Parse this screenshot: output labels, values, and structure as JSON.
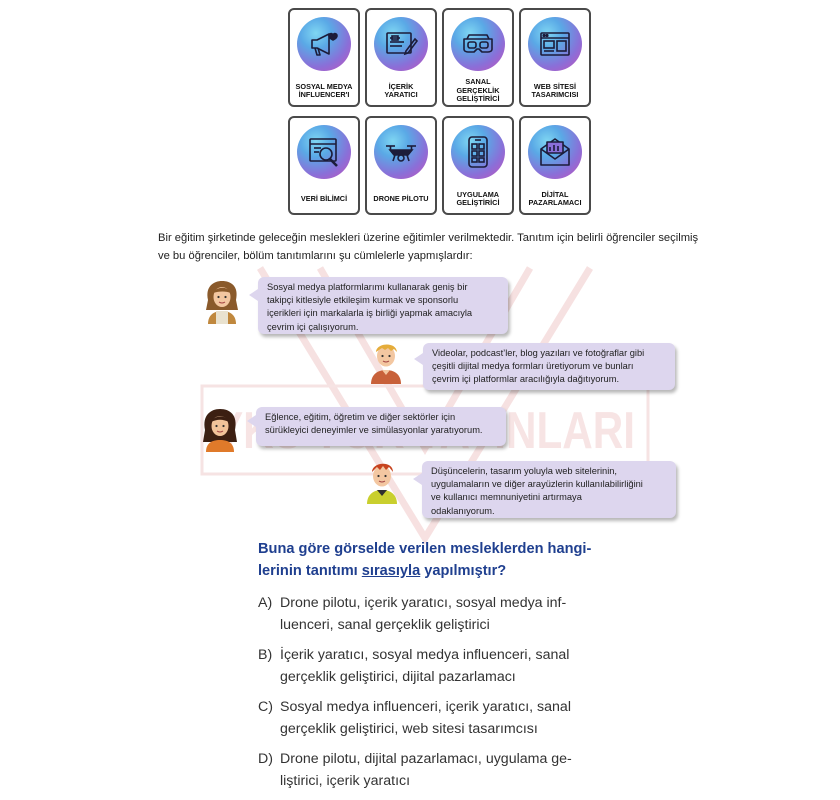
{
  "jobs": [
    {
      "icon": "megaphone-heart-icon",
      "label": "SOSYAL MEDYA\nİNFLUENCER'I"
    },
    {
      "icon": "writing-document-icon",
      "label": "İÇERİK\nYARATICI"
    },
    {
      "icon": "vr-headset-icon",
      "label": "SANAL GERÇEKLİK\nGELİŞTİRİCİ"
    },
    {
      "icon": "web-browser-icon",
      "label": "WEB SİTESİ\nTASARIMCISI"
    },
    {
      "icon": "data-magnifier-icon",
      "label": "VERİ BİLİMCİ"
    },
    {
      "icon": "drone-icon",
      "label": "DRONE PİLOTU"
    },
    {
      "icon": "mobile-app-icon",
      "label": "UYGULAMA\nGELİŞTİRİCİ"
    },
    {
      "icon": "email-marketing-icon",
      "label": "DİJİTAL\nPAZARLAMACI"
    }
  ],
  "intro": {
    "line1": "Bir eğitim şirketinde geleceğin meslekleri üzerine eğitimler verilmektedir. Tanıtım için belirli öğrenciler seçilmiş",
    "line2": "ve bu öğrenciler, bölüm tanıtımlarını şu cümlelerle yapmışlardır:"
  },
  "statements": [
    {
      "lines": [
        "Sosyal medya platformlarımı kullanarak geniş bir",
        "takipçi kitlesiyle etkileşim kurmak ve sponsorlu",
        "içerikleri için markalarla iş birliği yapmak amacıyla",
        "çevrim içi çalışıyorum."
      ]
    },
    {
      "lines": [
        "Videolar, podcast’ler, blog yazıları ve fotoğraflar gibi",
        "çeşitli dijital medya formları üretiyorum ve bunları",
        "çevrim içi platformlar aracılığıyla dağıtıyorum."
      ]
    },
    {
      "lines": [
        "Eğlence, eğitim, öğretim ve diğer sektörler için",
        "sürükleyici deneyimler ve simülasyonlar yaratıyorum."
      ]
    },
    {
      "lines": [
        "Düşüncelerin, tasarım yoluyla web sitelerinin,",
        "uygulamaların ve diğer arayüzlerin kullanılabilirliğini",
        "ve kullanıcı memnuniyetini artırmaya",
        "odaklanıyorum."
      ]
    }
  ],
  "watermark": "YKS YOK YAYINLARI",
  "question": {
    "line1": "Buna göre görselde verilen mesleklerden hangi-",
    "line2_start": "lerinin tanıtımı ",
    "line2_underlined": "sırasıyla",
    "line2_end": " yapılmıştır?"
  },
  "options": [
    {
      "letter": "A)",
      "line1": "Drone pilotu, içerik yaratıcı, sosyal medya inf-",
      "line2": "luenceri, sanal gerçeklik geliştirici"
    },
    {
      "letter": "B)",
      "line1": "İçerik yaratıcı, sosyal medya influenceri, sanal",
      "line2": "gerçeklik geliştirici, dijital pazarlamacı"
    },
    {
      "letter": "C)",
      "line1": "Sosyal medya influenceri, içerik yaratıcı, sanal",
      "line2": "gerçeklik geliştirici, web sitesi tasarımcısı"
    },
    {
      "letter": "D)",
      "line1": "Drone pilotu, dijital pazarlamacı, uygulama ge-",
      "line2": "liştirici, içerik yaratıcı"
    }
  ],
  "colors": {
    "question": "#1f3f8f",
    "bubble": "#ddd6ee",
    "card_border": "#4a4a4a"
  }
}
